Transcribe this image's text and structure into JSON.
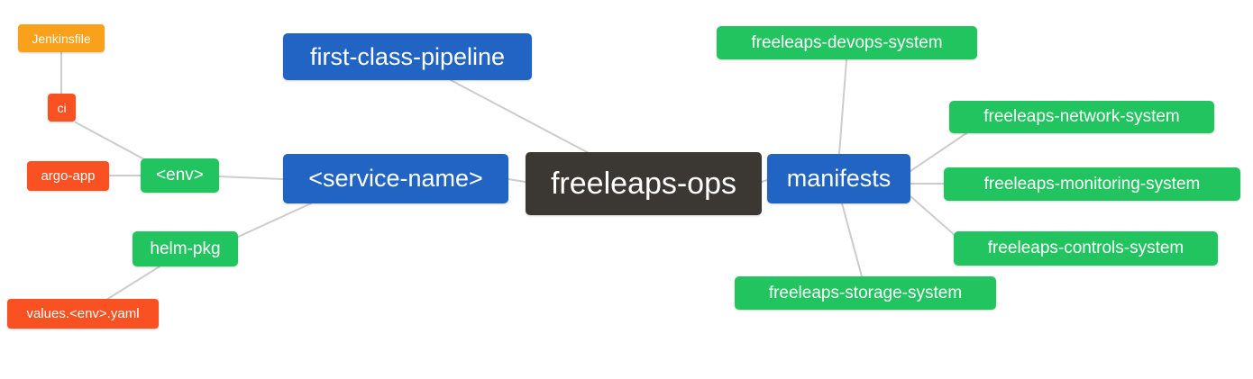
{
  "palette": {
    "root_dark": "#3B3733",
    "branch_blue": "#2164C4",
    "leaf_green": "#21C45F",
    "leaf_red": "#F95122",
    "leaf_amber": "#F9A11B",
    "edge_gray": "#CCCCCC",
    "background": "#FFFFFF",
    "text": "#FFFFFF"
  },
  "mindmap": {
    "root": "freeleaps-ops",
    "nodes": {
      "freeleaps_ops": {
        "label": "freeleaps-ops"
      },
      "first_class_pipeline": {
        "label": "first-class-pipeline"
      },
      "service_name": {
        "label": "<service-name>"
      },
      "manifests": {
        "label": "manifests"
      },
      "env": {
        "label": "<env>"
      },
      "helm_pkg": {
        "label": "helm-pkg"
      },
      "ci": {
        "label": "ci"
      },
      "argo_app": {
        "label": "argo-app"
      },
      "jenkinsfile": {
        "label": "Jenkinsfile"
      },
      "values_env_yaml": {
        "label": "values.<env>.yaml"
      },
      "devops_system": {
        "label": "freeleaps-devops-system"
      },
      "network_system": {
        "label": "freeleaps-network-system"
      },
      "monitoring_system": {
        "label": "freeleaps-monitoring-system"
      },
      "controls_system": {
        "label": "freeleaps-controls-system"
      },
      "storage_system": {
        "label": "freeleaps-storage-system"
      }
    },
    "edges": [
      {
        "from": "ci",
        "to": "jenkinsfile"
      },
      {
        "from": "env",
        "to": "ci"
      },
      {
        "from": "env",
        "to": "argo_app"
      },
      {
        "from": "service_name",
        "to": "env"
      },
      {
        "from": "service_name",
        "to": "helm_pkg"
      },
      {
        "from": "helm_pkg",
        "to": "values_env_yaml"
      },
      {
        "from": "freeleaps_ops",
        "to": "first_class_pipeline"
      },
      {
        "from": "freeleaps_ops",
        "to": "service_name"
      },
      {
        "from": "freeleaps_ops",
        "to": "manifests"
      },
      {
        "from": "manifests",
        "to": "devops_system"
      },
      {
        "from": "manifests",
        "to": "network_system"
      },
      {
        "from": "manifests",
        "to": "monitoring_system"
      },
      {
        "from": "manifests",
        "to": "controls_system"
      },
      {
        "from": "manifests",
        "to": "storage_system"
      }
    ]
  }
}
